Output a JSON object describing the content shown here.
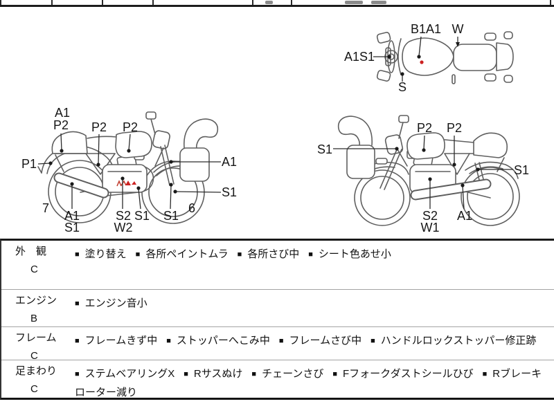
{
  "diagram_top_view": {
    "labels": {
      "front_assembly": "A1S1",
      "tank": "B1A1",
      "seat": "W",
      "handle": "S"
    },
    "marker_color": "#b03030"
  },
  "diagram_left_side": {
    "labels": {
      "rear_cowl_a": "A1",
      "rear_cowl_b": "P2",
      "side_cover": "P2",
      "tank": "P2",
      "rear_fender": "P1",
      "rear_wheel_num": "7",
      "muffler_a": "A1",
      "muffler_b": "S1",
      "engine_a": "S2",
      "engine_b": "W2",
      "exhaust": "S1",
      "fork": "S1",
      "front_wheel_num": "6",
      "front_fender": "A1",
      "front_wheel": "S1"
    }
  },
  "diagram_right_side": {
    "labels": {
      "handle": "S1",
      "tank": "P2",
      "side_cover": "P2",
      "rear_shock": "S1",
      "engine_a": "S2",
      "engine_b": "W1",
      "muffler": "A1"
    }
  },
  "table": {
    "bullet": "■",
    "rows": [
      {
        "category": "外　観",
        "grade": "C",
        "items": [
          "塗り替え",
          "各所ペイントムラ",
          "各所さび中",
          "シート色あせ小"
        ]
      },
      {
        "category": "エンジン",
        "grade": "B",
        "items": [
          "エンジン音小"
        ]
      },
      {
        "category": "フレーム",
        "grade": "C",
        "items": [
          "フレームきず中",
          "ストッパーへこみ中",
          "フレームさび中",
          "ハンドルロックストッパー修正跡"
        ]
      },
      {
        "category": "足まわり",
        "grade": "C",
        "items": [
          "ステムベアリングX",
          "Rサスぬけ",
          "チェーンさび",
          "Fフォークダストシールひび",
          "Rブレーキローター減り"
        ]
      }
    ]
  }
}
